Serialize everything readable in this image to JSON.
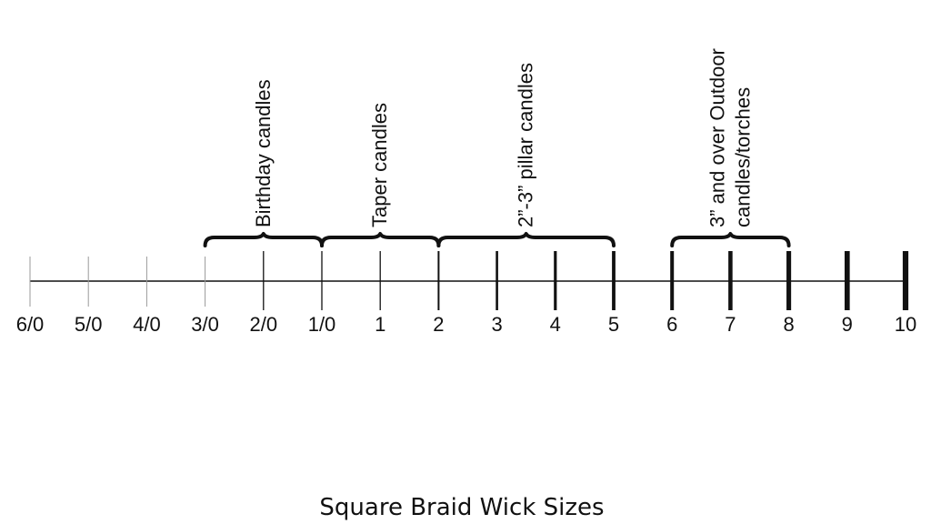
{
  "diagram": {
    "caption": "Square Braid Wick Sizes",
    "scale_labels": [
      "6/0",
      "5/0",
      "4/0",
      "3/0",
      "2/0",
      "1/0",
      "1",
      "2",
      "3",
      "4",
      "5",
      "6",
      "7",
      "8",
      "9",
      "10"
    ],
    "groups": [
      {
        "id": "birthday",
        "lines": [
          "Birthday candles"
        ],
        "from_label": "3/0",
        "to_label": "1/0"
      },
      {
        "id": "taper",
        "lines": [
          "Taper candles"
        ],
        "from_label": "1/0",
        "to_label": "2"
      },
      {
        "id": "pillar",
        "lines": [
          "2”-3” pillar candles"
        ],
        "from_label": "2",
        "to_label": "5"
      },
      {
        "id": "outdoor",
        "lines": [
          "3” and over Outdoor",
          "candles/torches"
        ],
        "from_label": "6",
        "to_label": "8"
      }
    ],
    "colors": {
      "ink": "#111111",
      "light_tick": "#9a9a9a"
    }
  }
}
